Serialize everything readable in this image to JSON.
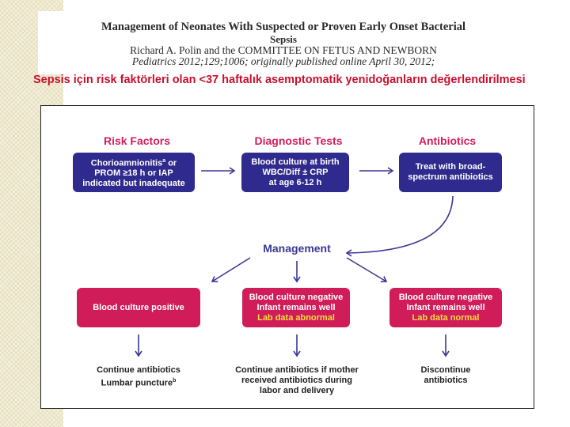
{
  "header": {
    "title_line1": "Management of Neonates With Suspected or Proven Early Onset Bacterial",
    "title_line2": "Sepsis",
    "author": "Richard A. Polin and the COMMITTEE ON FETUS AND NEWBORN",
    "journal": "Pediatrics 2012;129;1006; originally published online April 30, 2012;"
  },
  "subtitle": "Sepsis için risk faktörleri olan <37 haftalık asemptomatik yenidoğanların değerlendirilmesi",
  "diagram": {
    "risk_factors": {
      "heading": "Risk Factors",
      "line1": "Chorioamnionitis",
      "sup": "a",
      "line1_tail": " or",
      "line2": "PROM ≥18 h or IAP",
      "line3": "indicated but inadequate"
    },
    "diagnostic_tests": {
      "heading": "Diagnostic Tests",
      "line1": "Blood culture at birth",
      "line2": "WBC/Diff ± CRP",
      "line3": "at age 6-12 h"
    },
    "antibiotics": {
      "heading": "Antibiotics",
      "line1": "Treat with broad-",
      "line2": "spectrum antibiotics"
    },
    "management": {
      "heading": "Management"
    },
    "outcome_positive": {
      "label": "Blood culture positive",
      "action1": "Continue antibiotics",
      "action2": "Lumbar puncture",
      "sup": "b"
    },
    "outcome_abnormal": {
      "line1": "Blood culture negative",
      "line2": "Infant remains well",
      "line3": "Lab data abnormal",
      "action1": "Continue antibiotics if mother",
      "action2": "received antibiotics during",
      "action3": "labor and delivery"
    },
    "outcome_normal": {
      "line1": "Blood culture negative",
      "line2": "Infant remains well",
      "line3": "Lab data normal",
      "action1": "Discontinue",
      "action2": "antibiotics"
    }
  },
  "colors": {
    "heading_pink": "#d11d59",
    "box_blue": "#2f2a8d",
    "box_pink": "#d01c59",
    "highlight_yellow": "#f7df3c",
    "subtitle_red": "#c8102e"
  }
}
